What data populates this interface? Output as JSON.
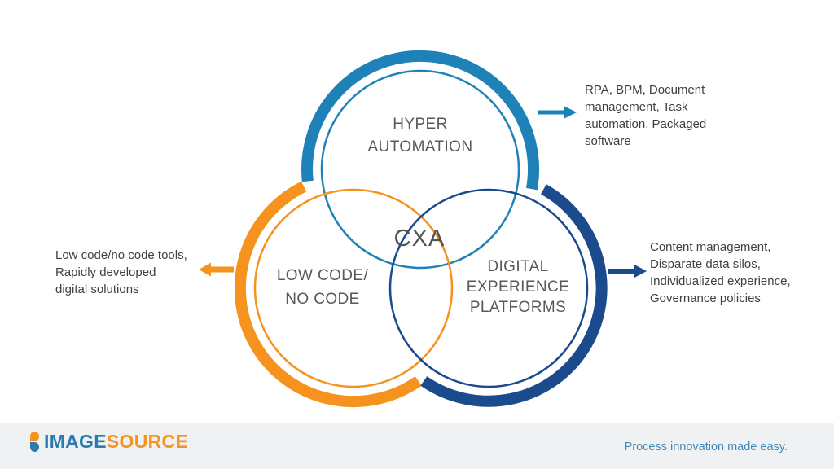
{
  "colors": {
    "teal": "#1E82B8",
    "orange": "#F6921E",
    "navy": "#1B4B8C",
    "label_gray": "#58595B",
    "annotation_gray": "#3F3F3F",
    "footer_bg": "#F0F1F2",
    "logo_blue": "#2C7AB0",
    "logo_orange": "#F6921E",
    "tagline_blue": "#4189B8"
  },
  "diagram": {
    "type": "venn",
    "circles": [
      {
        "id": "hyper-automation",
        "label": "HYPER\nAUTOMATION",
        "color": "#1E82B8"
      },
      {
        "id": "low-code-no-code",
        "label": "LOW CODE/\nNO CODE",
        "color": "#F6921E"
      },
      {
        "id": "digital-experience-platforms",
        "label": "DIGITAL\nEXPERIENCE\nPLATFORMS",
        "color": "#1B4B8C"
      }
    ],
    "center_label": "CXA",
    "annotations": [
      {
        "target": "hyper-automation",
        "side": "right-top",
        "text": "RPA, BPM, Document\nmanagement, Task\nautomation, Packaged\nsoftware"
      },
      {
        "target": "low-code-no-code",
        "side": "left",
        "text": "Low code/no code tools,\nRapidly developed\ndigital solutions"
      },
      {
        "target": "digital-experience-platforms",
        "side": "right",
        "text": "Content management,\nDisparate data silos,\nIndividualized experience,\nGovernance policies"
      }
    ]
  },
  "footer": {
    "logo_image": "IMAGE",
    "logo_source": "SOURCE",
    "tagline": "Process innovation made easy."
  }
}
